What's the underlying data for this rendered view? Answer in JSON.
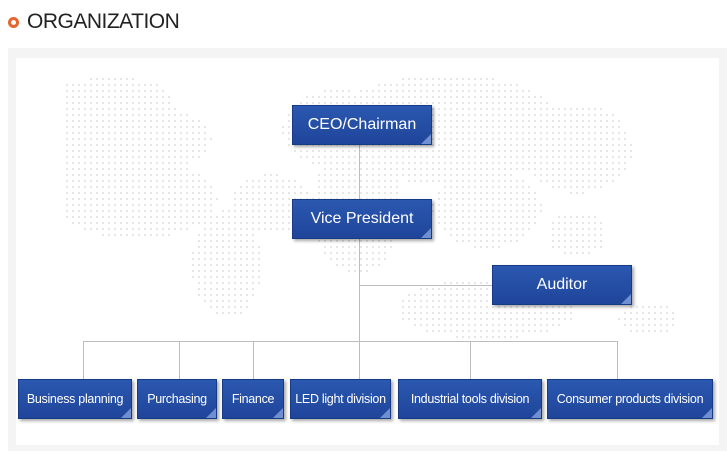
{
  "header": {
    "title": "ORGANIZATION"
  },
  "org": {
    "ceo": "CEO/Chairman",
    "vice_president": "Vice President",
    "auditor": "Auditor",
    "divisions": [
      "Business planning",
      "Purchasing",
      "Finance",
      "LED light division",
      "Industrial tools division",
      "Consumer products division"
    ]
  },
  "icons": {
    "header": "ring-bullet-icon",
    "background": "world-map-dots"
  },
  "colors": {
    "accent": "#e8642c",
    "box": "#2451a8",
    "line": "#bdbdbd"
  }
}
